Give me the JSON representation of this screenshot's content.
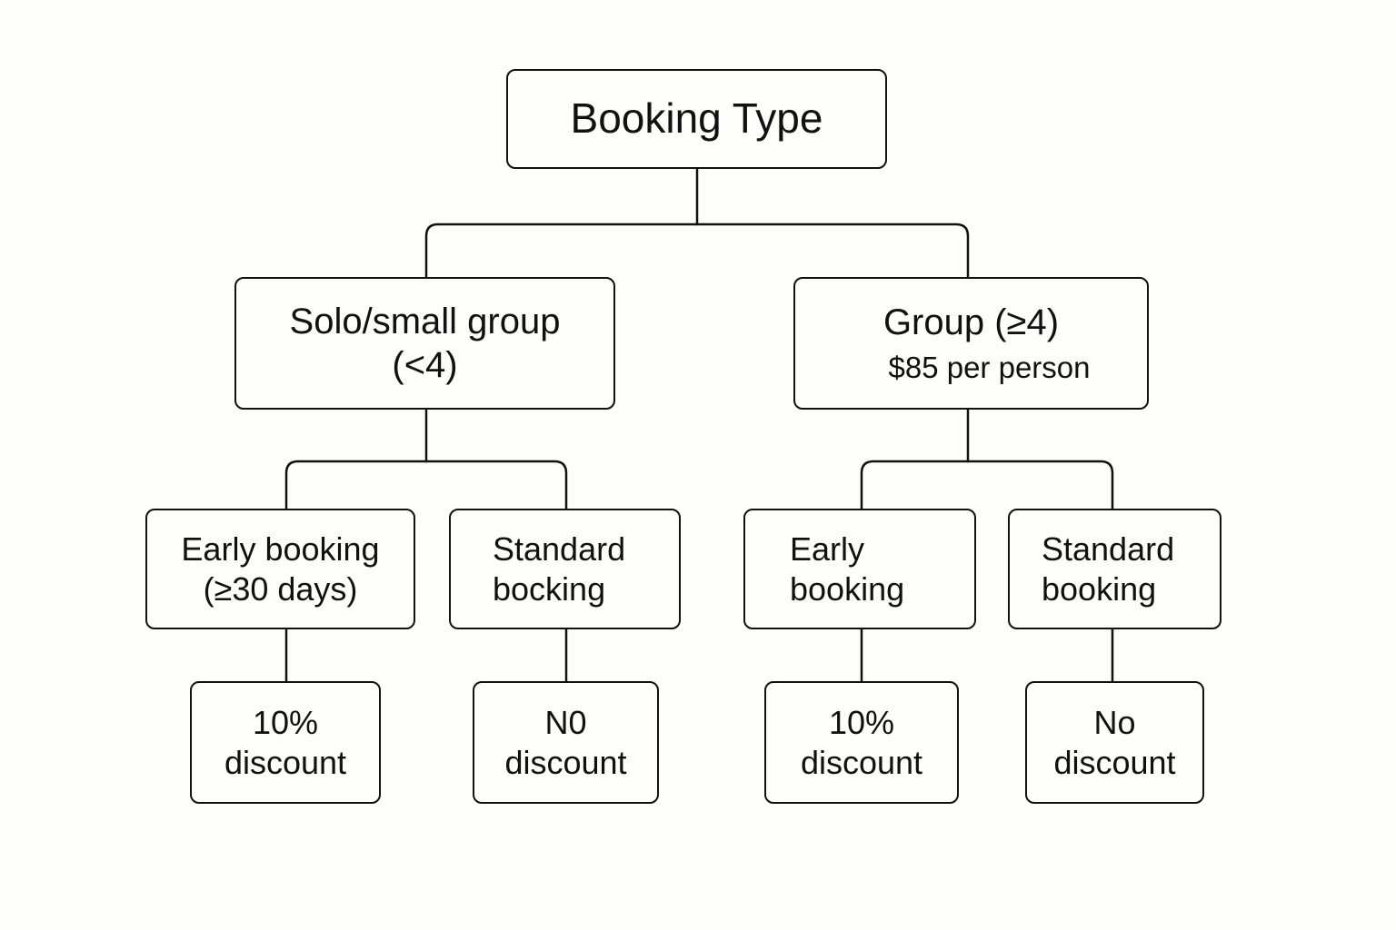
{
  "diagram": {
    "root": {
      "label": "Booking Type"
    },
    "solo": {
      "line1": "Solo/small group",
      "line2": "(<4)"
    },
    "group": {
      "line1": "Group (≥4)",
      "line2": "$85 per person"
    },
    "solo_early": {
      "line1": "Early booking",
      "line2": "(≥30 days)"
    },
    "solo_standard": {
      "line1": "Standard",
      "line2": "bocking"
    },
    "group_early": {
      "line1": "Early",
      "line2": "booking"
    },
    "group_standard": {
      "line1": "Standard",
      "line2": "booking"
    },
    "outcome_1": {
      "line1": "10%",
      "line2": "discount"
    },
    "outcome_2": {
      "line1": "N0",
      "line2": "discount"
    },
    "outcome_3": {
      "line1": "10%",
      "line2": "discount"
    },
    "outcome_4": {
      "line1": "No",
      "line2": "discount"
    }
  },
  "colors": {
    "line": "#111111",
    "background": "#fdfdfb"
  }
}
